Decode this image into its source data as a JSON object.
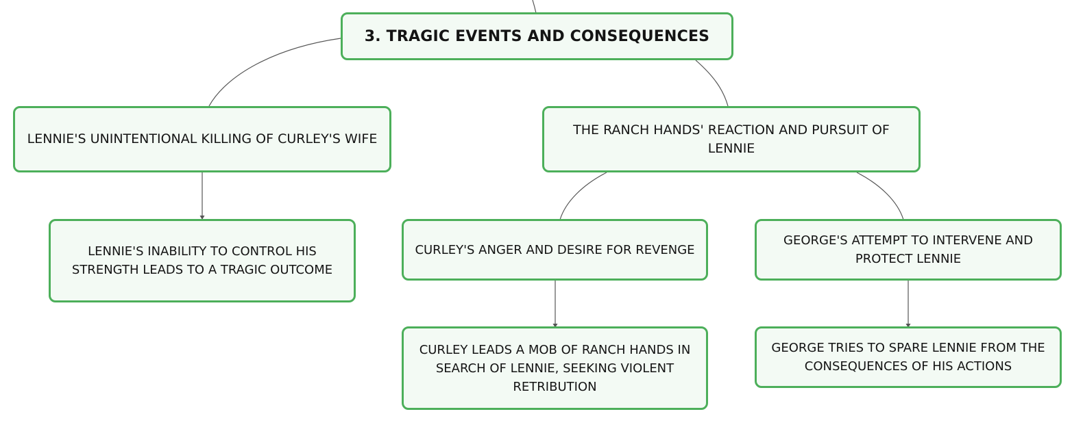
{
  "diagram": {
    "colors": {
      "node_border": "#4caf5a",
      "node_fill": "#f3faf4",
      "connector": "#555555",
      "text": "#141414"
    },
    "root": {
      "label": "3. TRAGIC EVENTS AND CONSEQUENCES"
    },
    "branches": [
      {
        "label": "LENNIE'S UNINTENTIONAL KILLING OF CURLEY'S WIFE",
        "children": [
          {
            "label": "LENNIE'S INABILITY TO CONTROL HIS STRENGTH LEADS TO A TRAGIC OUTCOME"
          }
        ]
      },
      {
        "label": "THE RANCH HANDS' REACTION AND PURSUIT OF LENNIE",
        "children": [
          {
            "label": "CURLEY'S ANGER AND DESIRE FOR REVENGE",
            "children": [
              {
                "label": "CURLEY LEADS A MOB OF RANCH HANDS IN SEARCH OF LENNIE, SEEKING VIOLENT RETRIBUTION"
              }
            ]
          },
          {
            "label": "GEORGE'S ATTEMPT TO INTERVENE AND PROTECT LENNIE",
            "children": [
              {
                "label": "GEORGE TRIES TO SPARE LENNIE FROM THE CONSEQUENCES OF HIS ACTIONS"
              }
            ]
          }
        ]
      }
    ]
  }
}
